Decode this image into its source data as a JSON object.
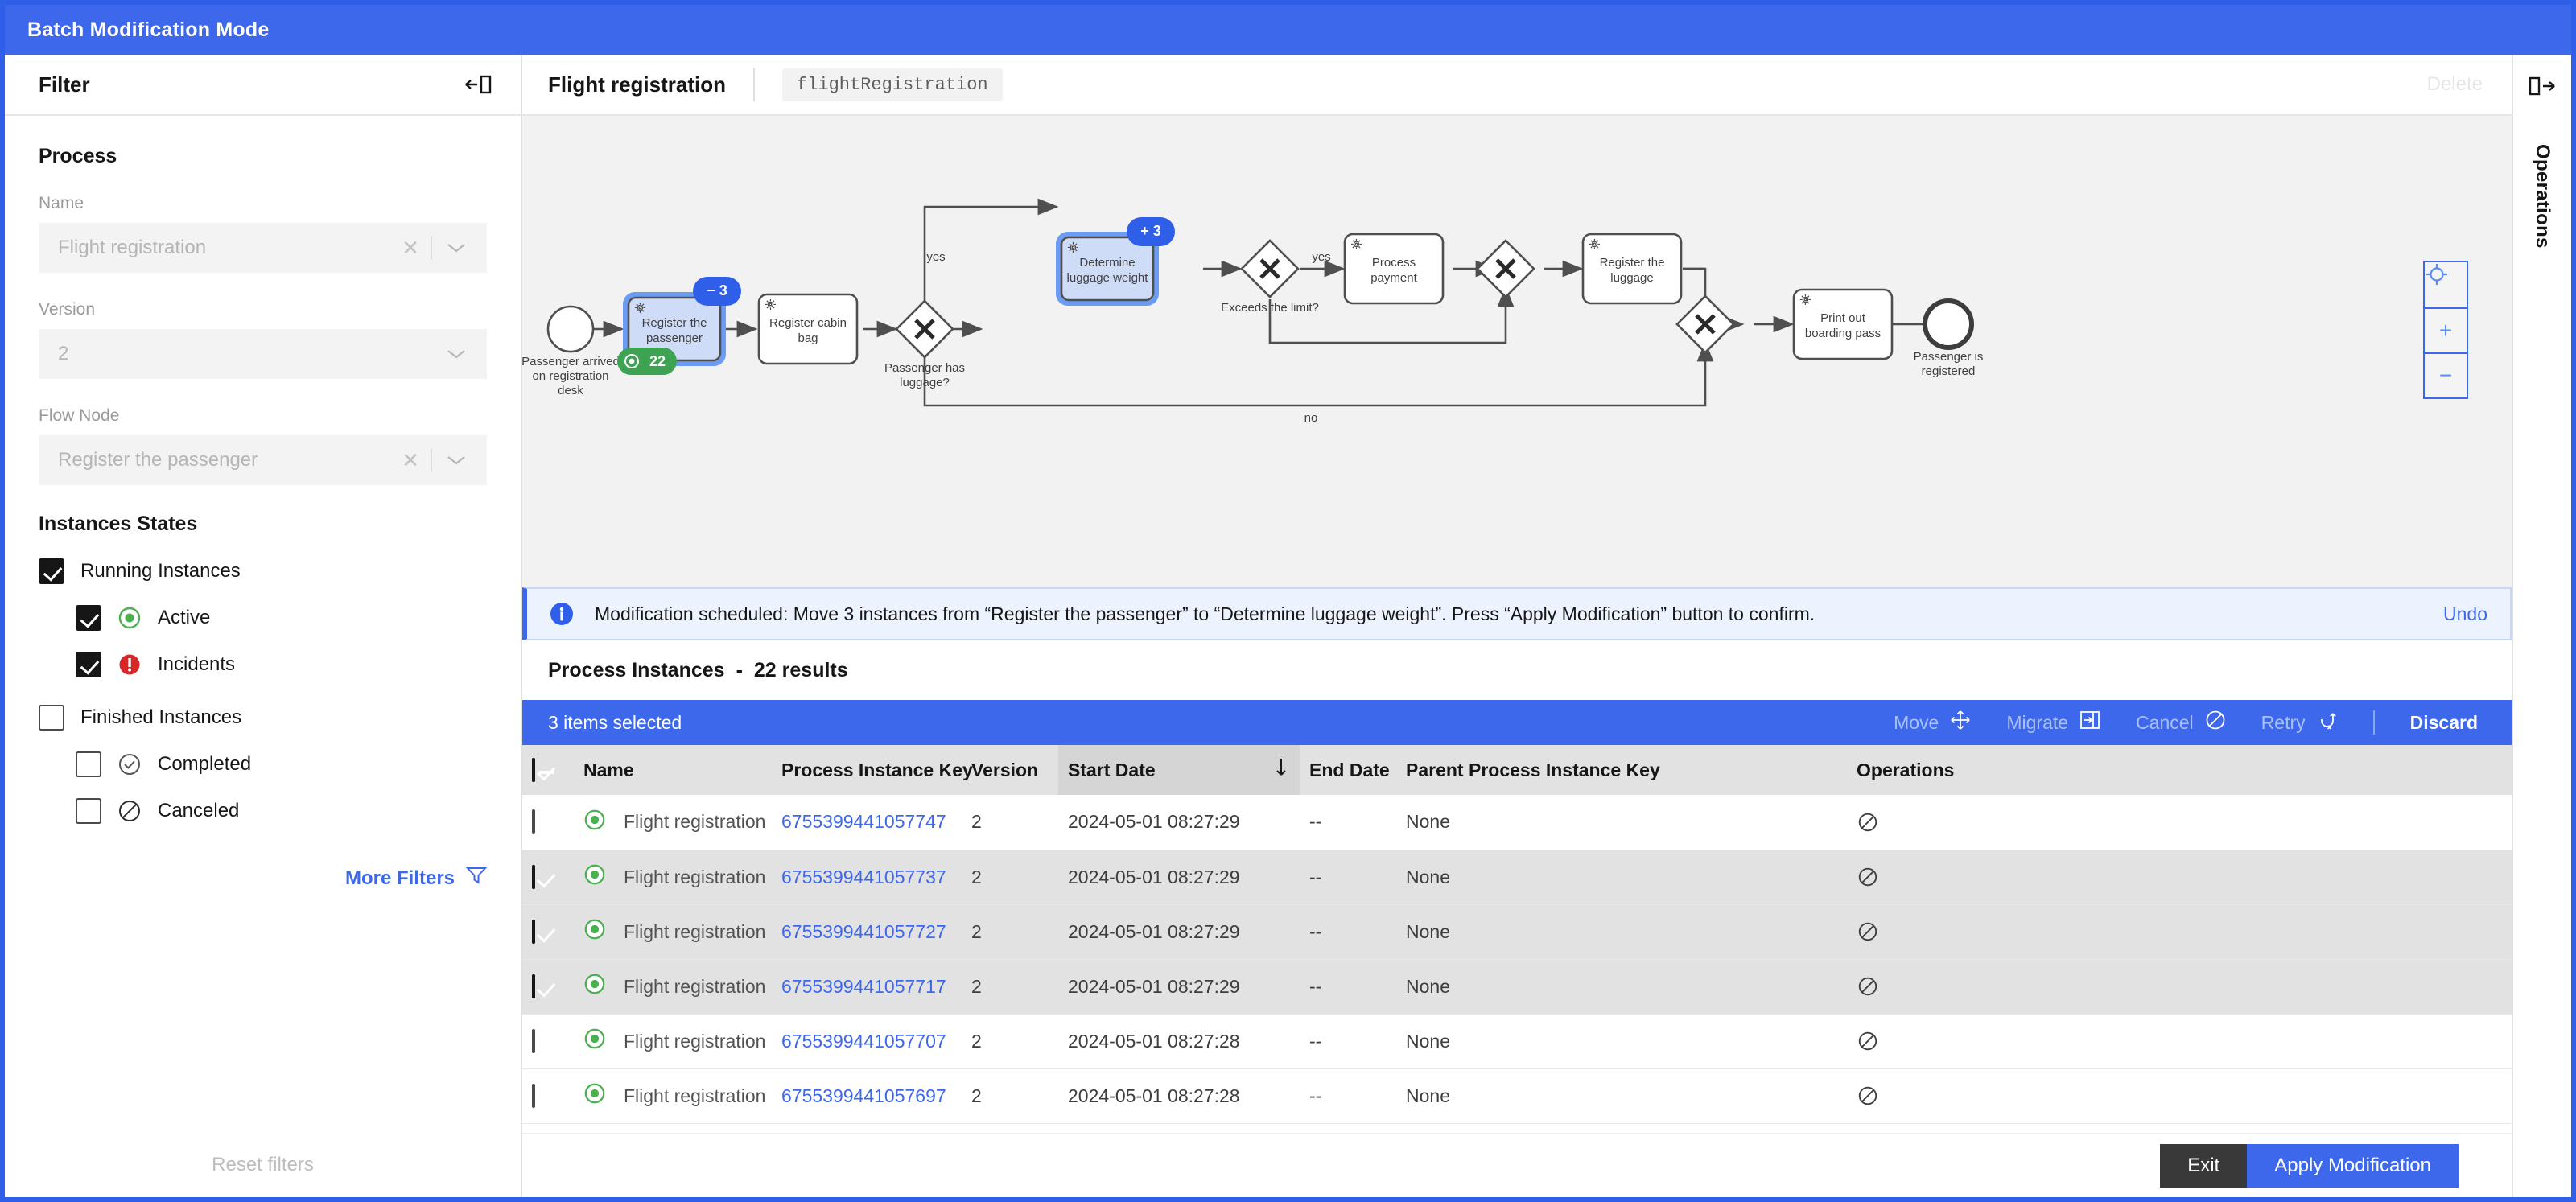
{
  "banner": {
    "title": "Batch Modification Mode"
  },
  "filter_panel": {
    "title": "Filter",
    "collapse_icon": "collapse-left-icon",
    "process_section": "Process",
    "name_label": "Name",
    "name_value": "Flight registration",
    "version_label": "Version",
    "version_value": "2",
    "flow_node_label": "Flow Node",
    "flow_node_value": "Register the passenger",
    "states_title": "Instances States",
    "states": [
      {
        "label": "Running Instances",
        "checked": true,
        "indent": false,
        "icon": "none"
      },
      {
        "label": "Active",
        "checked": true,
        "indent": true,
        "icon": "active-icon"
      },
      {
        "label": "Incidents",
        "checked": true,
        "indent": true,
        "icon": "incident-icon"
      },
      {
        "label": "Finished Instances",
        "checked": false,
        "indent": false,
        "icon": "none"
      },
      {
        "label": "Completed",
        "checked": false,
        "indent": true,
        "icon": "completed-icon"
      },
      {
        "label": "Canceled",
        "checked": false,
        "indent": true,
        "icon": "canceled-icon"
      }
    ],
    "more_filters": "More Filters",
    "reset_filters": "Reset filters"
  },
  "process_header": {
    "name": "Flight registration",
    "id": "flightRegistration",
    "delete_label": "Delete"
  },
  "diagram": {
    "start_event_label": "Passenger arrived on registration desk",
    "end_event_label": "Passenger is registered",
    "nodes": [
      {
        "id": "register-passenger",
        "label": "Register the passenger",
        "selected": true,
        "active_count": "22",
        "badge": "− 3"
      },
      {
        "id": "register-cabin-bag",
        "label": "Register cabin bag",
        "selected": false
      },
      {
        "id": "determine-luggage-weight",
        "label": "Determine luggage weight",
        "selected": true,
        "badge": "+ 3"
      },
      {
        "id": "process-payment",
        "label": "Process payment",
        "selected": false
      },
      {
        "id": "register-luggage",
        "label": "Register the luggage",
        "selected": false
      },
      {
        "id": "print-boarding-pass",
        "label": "Print out boarding pass",
        "selected": false
      }
    ],
    "gateways": [
      {
        "id": "has-luggage",
        "label": "Passenger has luggage?"
      },
      {
        "id": "exceeds-limit",
        "label": "Exceeds the limit?"
      },
      {
        "id": "join-1",
        "label": ""
      },
      {
        "id": "join-2",
        "label": ""
      }
    ],
    "flow_labels": {
      "yes_1": "yes",
      "no_1": "no",
      "yes_2": "yes",
      "no_2": "no"
    },
    "zoom_controls": {
      "reset": "reset-zoom-icon",
      "plus": "+",
      "minus": "−"
    }
  },
  "notification": {
    "icon": "info-icon",
    "message": "Modification scheduled: Move 3 instances from “Register the passenger” to “Determine luggage weight”. Press “Apply Modification” button to confirm.",
    "undo": "Undo"
  },
  "results": {
    "title": "Process Instances",
    "separator": "-",
    "count_text": "22 results"
  },
  "selection_bar": {
    "count_text": "3 items selected",
    "actions": [
      {
        "label": "Move",
        "icon": "move-icon",
        "enabled": false
      },
      {
        "label": "Migrate",
        "icon": "migrate-icon",
        "enabled": false
      },
      {
        "label": "Cancel",
        "icon": "cancel-icon",
        "enabled": false
      },
      {
        "label": "Retry",
        "icon": "retry-icon",
        "enabled": false
      }
    ],
    "discard": "Discard"
  },
  "table": {
    "columns": [
      "Name",
      "Process Instance Key",
      "Version",
      "Start Date",
      "End Date",
      "Parent Process Instance Key",
      "Operations"
    ],
    "sorted_column": "Start Date",
    "sort_direction": "desc",
    "header_checkbox_state": "indeterminate",
    "rows": [
      {
        "selected": false,
        "state": "active",
        "name": "Flight registration",
        "key": "6755399441057747",
        "version": "2",
        "start_date": "2024-05-01 08:27:29",
        "end_date": "--",
        "parent_key": "None",
        "operation_icon": "cancel-operation-icon"
      },
      {
        "selected": true,
        "state": "active",
        "name": "Flight registration",
        "key": "6755399441057737",
        "version": "2",
        "start_date": "2024-05-01 08:27:29",
        "end_date": "--",
        "parent_key": "None",
        "operation_icon": "cancel-operation-icon"
      },
      {
        "selected": true,
        "state": "active",
        "name": "Flight registration",
        "key": "6755399441057727",
        "version": "2",
        "start_date": "2024-05-01 08:27:29",
        "end_date": "--",
        "parent_key": "None",
        "operation_icon": "cancel-operation-icon"
      },
      {
        "selected": true,
        "state": "active",
        "name": "Flight registration",
        "key": "6755399441057717",
        "version": "2",
        "start_date": "2024-05-01 08:27:29",
        "end_date": "--",
        "parent_key": "None",
        "operation_icon": "cancel-operation-icon"
      },
      {
        "selected": false,
        "state": "active",
        "name": "Flight registration",
        "key": "6755399441057707",
        "version": "2",
        "start_date": "2024-05-01 08:27:28",
        "end_date": "--",
        "parent_key": "None",
        "operation_icon": "cancel-operation-icon"
      },
      {
        "selected": false,
        "state": "active",
        "name": "Flight registration",
        "key": "6755399441057697",
        "version": "2",
        "start_date": "2024-05-01 08:27:28",
        "end_date": "--",
        "parent_key": "None",
        "operation_icon": "cancel-operation-icon"
      }
    ]
  },
  "bottom_bar": {
    "exit": "Exit",
    "apply": "Apply Modification"
  },
  "operations_rail": {
    "collapse_icon": "collapse-right-icon",
    "title": "Operations"
  },
  "colors": {
    "accent": "#3d68ec",
    "active_green": "#4caf50",
    "incident_red": "#d62828",
    "selected_node_fill": "#cfdcf7",
    "dark_button": "#393939"
  }
}
